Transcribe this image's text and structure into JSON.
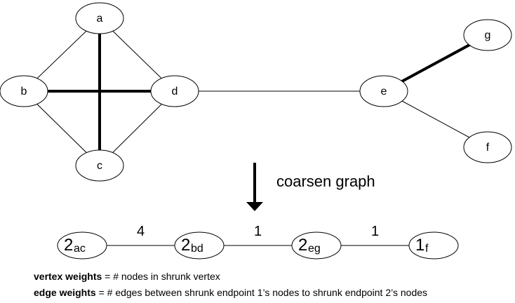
{
  "top_graph": {
    "nodes": [
      {
        "id": "a",
        "label": "a"
      },
      {
        "id": "b",
        "label": "b"
      },
      {
        "id": "c",
        "label": "c"
      },
      {
        "id": "d",
        "label": "d"
      },
      {
        "id": "e",
        "label": "e"
      },
      {
        "id": "f",
        "label": "f"
      },
      {
        "id": "g",
        "label": "g"
      }
    ],
    "thin_edges": [
      [
        "a",
        "b"
      ],
      [
        "a",
        "d"
      ],
      [
        "b",
        "c"
      ],
      [
        "c",
        "d"
      ],
      [
        "d",
        "e"
      ],
      [
        "e",
        "f"
      ]
    ],
    "thick_edges": [
      [
        "a",
        "c"
      ],
      [
        "b",
        "d"
      ],
      [
        "e",
        "g"
      ]
    ]
  },
  "arrow_label": "coarsen graph",
  "coarse_graph": {
    "nodes": [
      {
        "id": "ac",
        "weight": "2",
        "sub": "ac"
      },
      {
        "id": "bd",
        "weight": "2",
        "sub": "bd"
      },
      {
        "id": "eg",
        "weight": "2",
        "sub": "eg"
      },
      {
        "id": "f",
        "weight": "1",
        "sub": "f"
      }
    ],
    "edges": [
      {
        "from": "ac",
        "to": "bd",
        "weight": "4"
      },
      {
        "from": "bd",
        "to": "eg",
        "weight": "1"
      },
      {
        "from": "eg",
        "to": "f",
        "weight": "1"
      }
    ]
  },
  "legend": {
    "vertex_term": "vertex weights",
    "vertex_desc": " = # nodes in shrunk vertex",
    "edge_term": "edge weights",
    "edge_desc": " = # edges between shrunk endpoint 1’s nodes to shrunk endpoint 2’s nodes"
  }
}
